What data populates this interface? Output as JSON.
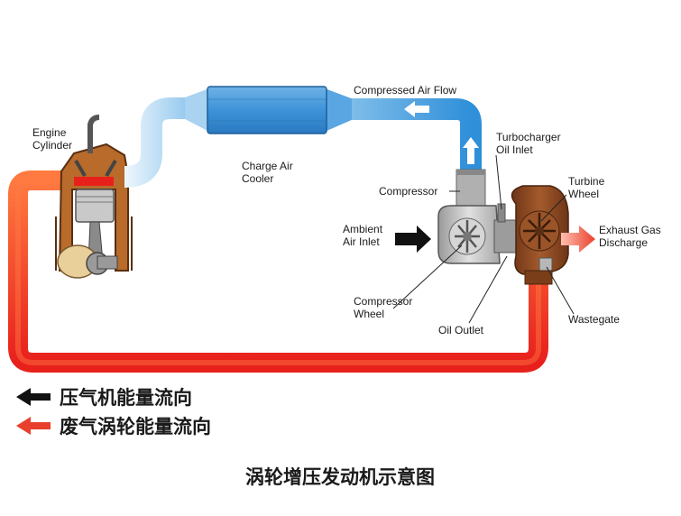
{
  "labels": {
    "engine_cylinder": [
      "Engine",
      "Cylinder"
    ],
    "charge_air_cooler": [
      "Charge Air",
      "Cooler"
    ],
    "compressed_air_flow": "Compressed Air Flow",
    "turbocharger_oil_inlet": [
      "Turbocharger",
      "Oil Inlet"
    ],
    "compressor": "Compressor",
    "turbine_wheel": [
      "Turbine",
      "Wheel"
    ],
    "ambient_air_inlet": [
      "Ambient",
      "Air Inlet"
    ],
    "exhaust_gas_discharge": [
      "Exhaust Gas",
      "Discharge"
    ],
    "compressor_wheel": [
      "Compressor",
      "Wheel"
    ],
    "oil_outlet": "Oil Outlet",
    "wastegate": "Wastegate"
  },
  "legend": {
    "compressor_energy_flow": "压气机能量流向",
    "turbine_energy_flow": "废气涡轮能量流向"
  },
  "caption": "涡轮增压发动机示意图",
  "colors": {
    "exhaust_pipe_light": "#ff8a4a",
    "exhaust_pipe_dark": "#e8201c",
    "air_pipe_light": "#d6ecf8",
    "air_pipe_dark": "#2f8fd9",
    "cooler": "#3d93d8",
    "engine_bronze": "#b86b2a",
    "turbine_housing": "#8a4a22",
    "compressor_housing": "#b9b9b9"
  },
  "icons": [
    "black-arrow-icon",
    "red-arrow-icon",
    "up-arrow-icon",
    "left-arrow-icon"
  ]
}
